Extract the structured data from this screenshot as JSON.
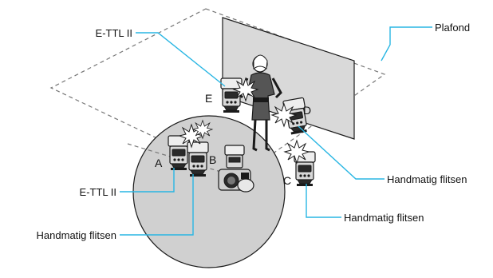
{
  "diagram": {
    "colors": {
      "leader": "#29b6e3",
      "floor": "#d0d0d0",
      "wall": "#d9d9d9",
      "outline": "#1a1a1a"
    },
    "labels": {
      "ceiling": "Plafond",
      "e_ttl_top": "E-TTL II",
      "e_ttl_left": "E-TTL II",
      "manual_left": "Handmatig flitsen",
      "manual_right_upper": "Handmatig flitsen",
      "manual_right_lower": "Handmatig flitsen"
    },
    "groups": {
      "a": "A",
      "b": "B",
      "c": "C",
      "d": "D",
      "e": "E"
    },
    "icons": {
      "speedlite": "speedlite-flash-icon",
      "camera": "camera-with-flash-icon",
      "subject": "woman-subject-icon",
      "burst": "flash-burst-icon"
    }
  }
}
